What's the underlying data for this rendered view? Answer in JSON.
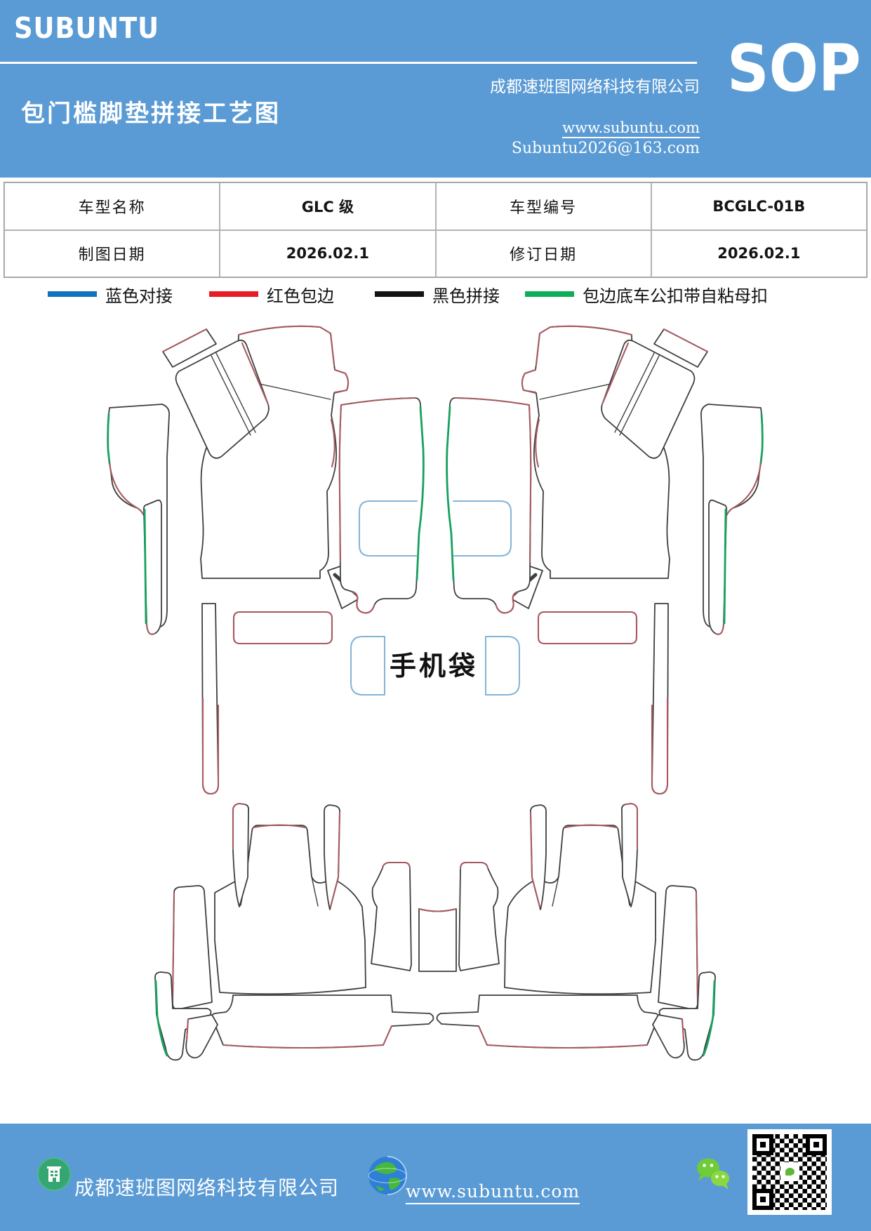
{
  "header": {
    "logo": "SUBUNTU",
    "company": "成都速班图网络科技有限公司",
    "sop": "SOP",
    "title": "包门槛脚垫拼接工艺图",
    "website": "www.subuntu.com",
    "email": "Subuntu2026@163.com"
  },
  "info_table": {
    "rows": [
      {
        "label1": "车型名称",
        "value1": "GLC 级",
        "label2": "车型编号",
        "value2": "BCGLC-01B"
      },
      {
        "label1": "制图日期",
        "value1": "2026.02.1",
        "label2": "修订日期",
        "value2": "2026.02.1"
      }
    ]
  },
  "legend": {
    "items": [
      {
        "label": "蓝色对接",
        "color": "#1272be"
      },
      {
        "label": "红色包边",
        "color": "#e81c24"
      },
      {
        "label": "黑色拼接",
        "color": "#141414"
      },
      {
        "label": "包边底车公扣带自粘母扣",
        "color": "#0ead58"
      }
    ]
  },
  "drawing": {
    "phone_bag_label": "手机袋",
    "stroke_black": "#3f3f3f",
    "stroke_red": "#a65a5f",
    "stroke_green": "#18a05e",
    "stroke_blue": "#82b4da"
  },
  "footer": {
    "company": "成都速班图网络科技有限公司",
    "website": "www.subuntu.com",
    "icons": [
      "company-icon",
      "globe-icon",
      "wechat-icon",
      "qr-code"
    ]
  },
  "colors": {
    "brand_blue": "#5b9bd5"
  }
}
